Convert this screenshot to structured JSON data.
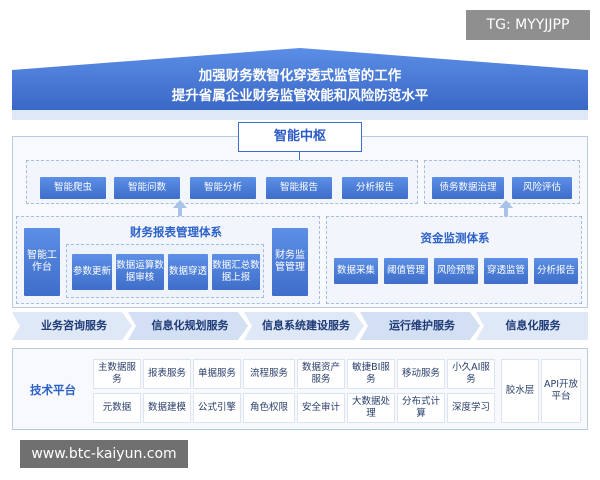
{
  "watermark_top": "TG: MYYJJPP",
  "banner": {
    "line1": "加强财务数智化穿透式监管的工作",
    "line2": "提升省属企业财务监管效能和风险防范水平"
  },
  "hub": {
    "label": "智能中枢"
  },
  "top_modules": [
    "智能爬虫",
    "智能问数",
    "智能分析",
    "智能报告",
    "分析报告",
    "债务数据治理",
    "风险评估"
  ],
  "left_system": {
    "title": "财务报表管理体系",
    "side_left": "智能工作台",
    "side_right": "财务监管管理",
    "items": [
      "参数更新",
      "数据运算数据审核",
      "数据穿透",
      "数据汇总数据上报"
    ]
  },
  "right_system": {
    "title": "资金监测体系",
    "items": [
      "数据采集",
      "阈值管理",
      "风险预警",
      "穿透监管",
      "分析报告"
    ]
  },
  "services": [
    "业务咨询服务",
    "信息化规划服务",
    "信息系统建设服务",
    "运行维护服务",
    "信息化服务"
  ],
  "tech": {
    "label": "技术平台",
    "row1": [
      "主数据服务",
      "报表服务",
      "单据服务",
      "流程服务",
      "数据资产服务",
      "敏捷BI服务",
      "移动服务",
      "小久AI服务"
    ],
    "row2": [
      "元数据",
      "数据建模",
      "公式引擎",
      "角色权限",
      "安全审计",
      "大数据处理",
      "分布式计算",
      "深度学习"
    ],
    "tall": [
      "胶水层",
      "API开放平台"
    ]
  },
  "watermark_bottom": "www.btc-kaiyun.com",
  "colors": {
    "primary": "#3e6ec9",
    "light": "#f2f6fc",
    "title": "#2d62c9"
  }
}
